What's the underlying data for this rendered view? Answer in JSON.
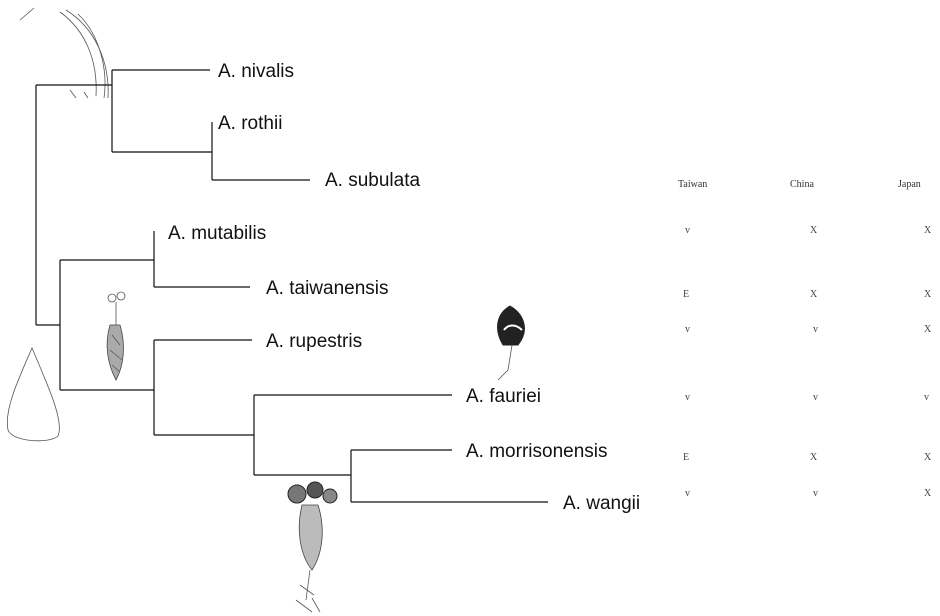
{
  "taxa": [
    {
      "name": "A. nivalis",
      "taiwan": "",
      "china": "",
      "japan": ""
    },
    {
      "name": "A. rothii",
      "taiwan": "",
      "china": "",
      "japan": ""
    },
    {
      "name": "A. subulata",
      "taiwan": "",
      "china": "",
      "japan": ""
    },
    {
      "name": "A. mutabilis",
      "taiwan": "v",
      "china": "X",
      "japan": "X"
    },
    {
      "name": "A. taiwanensis",
      "taiwan": "E",
      "china": "X",
      "japan": "X"
    },
    {
      "name": "A. rupestris",
      "taiwan": "v",
      "china": "v",
      "japan": "X"
    },
    {
      "name": "A. fauriei",
      "taiwan": "v",
      "china": "v",
      "japan": "v"
    },
    {
      "name": "A. morrisonensis",
      "taiwan": "E",
      "china": "X",
      "japan": "X"
    },
    {
      "name": "A. wangii",
      "taiwan": "v",
      "china": "v",
      "japan": "X"
    }
  ],
  "columns": {
    "taiwan": "Taiwan",
    "china": "China",
    "japan": "Japan"
  },
  "colors": {
    "line": "#111111",
    "text": "#111111",
    "sketch": "#555555"
  },
  "illustrations": [
    "grass-blade-sketch",
    "bract-outline-sketch",
    "flower-spike-sketch",
    "feather-sketch",
    "flower-cluster-sketch"
  ]
}
